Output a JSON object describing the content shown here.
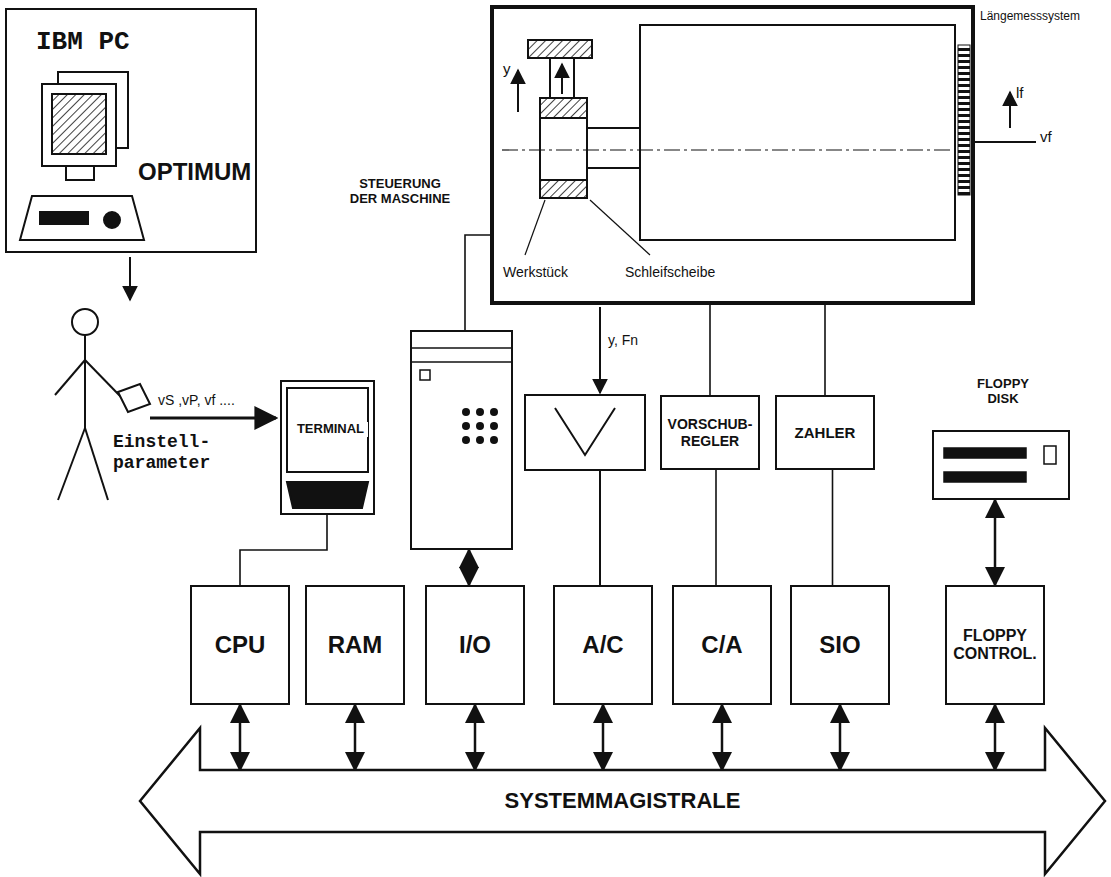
{
  "diagram": {
    "nodes": [
      {
        "text": [
          "IBM PC",
          "OPTIMUM"
        ]
      },
      {
        "text": [
          "Werkstück",
          "Schleifscheibe"
        ]
      },
      {
        "text": [
          "TERMINAL"
        ]
      },
      {
        "text": [
          "STEUERUNG DER MASCHINE"
        ]
      },
      {
        "text": [
          "VORSCHUB- REGLER"
        ]
      },
      {
        "text": [
          "ZAHLER"
        ]
      },
      {
        "text": [
          "FLOPPY DISK"
        ]
      },
      {
        "text": [
          "CPU"
        ]
      },
      {
        "text": [
          "RAM"
        ]
      },
      {
        "text": [
          "I/O"
        ]
      },
      {
        "text": [
          "A/C"
        ]
      },
      {
        "text": [
          "C/A"
        ]
      },
      {
        "text": [
          "SIO"
        ]
      },
      {
        "text": [
          "FLOPPY CONTROL."
        ]
      },
      {
        "text": [
          "SYSTEMMAGISTRALE"
        ]
      }
    ],
    "edges": [
      {
        "from": 2,
        "to": 7,
        "arrow": "none"
      },
      {
        "from": 3,
        "to": 9,
        "arrow": "both"
      },
      {
        "from": 1,
        "to": 3,
        "arrow": "none"
      },
      {
        "from": 1,
        "to": 4,
        "arrow": "none"
      },
      {
        "from": 4,
        "to": 11,
        "arrow": "none"
      },
      {
        "from": 1,
        "to": 5,
        "arrow": "none"
      },
      {
        "from": 5,
        "to": 12,
        "arrow": "none"
      },
      {
        "from": 6,
        "to": 13,
        "arrow": "both"
      },
      {
        "from": 7,
        "to": 14,
        "arrow": "both"
      },
      {
        "from": 8,
        "to": 14,
        "arrow": "both"
      },
      {
        "from": 9,
        "to": 14,
        "arrow": "both"
      },
      {
        "from": 10,
        "to": 14,
        "arrow": "both"
      },
      {
        "from": 11,
        "to": 14,
        "arrow": "both"
      },
      {
        "from": 12,
        "to": 14,
        "arrow": "both"
      },
      {
        "from": 13,
        "to": 14,
        "arrow": "both"
      }
    ],
    "labels": [
      "vS ,vP, vf ....",
      "Einstell- parameter",
      "y, Fn",
      "y",
      "Längemesssystem",
      "lf",
      "vf"
    ]
  }
}
